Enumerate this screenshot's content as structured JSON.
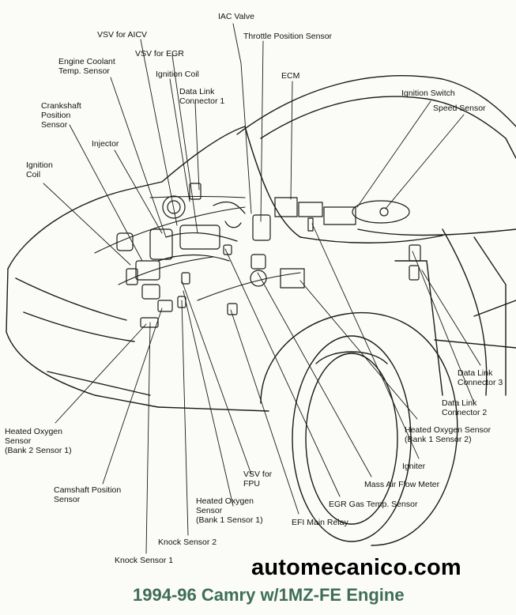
{
  "labels": {
    "iac_valve": "IAC Valve",
    "vsv_aicv": "VSV for AICV",
    "throttle_position_sensor": "Throttle Position Sensor",
    "vsv_egr": "VSV for EGR",
    "engine_coolant": "Engine Coolant\nTemp. Sensor",
    "ignition_coil_top": "Ignition Coil",
    "ecm": "ECM",
    "data_link_1": "Data Link\nConnector 1",
    "ignition_switch": "Ignition Switch",
    "speed_sensor": "Speed Sensor",
    "crankshaft": "Crankshaft\nPosition\nSensor",
    "injector": "Injector",
    "ignition_coil_left": "Ignition\nCoil",
    "data_link_3": "Data Link\nConnector 3",
    "data_link_2": "Data Link\nConnector 2",
    "ho2_bank1_s2": "Heated Oxygen Sensor\n(Bank 1 Sensor 2)",
    "ho2_bank2_s1": "Heated Oxygen\nSensor\n(Bank 2 Sensor 1)",
    "igniter": "Igniter",
    "mass_air_flow": "Mass Air Flow Meter",
    "camshaft": "Camshaft Position\nSensor",
    "vsv_fpu": "VSV for\nFPU",
    "egr_gas_temp": "EGR Gas Temp. Sensor",
    "ho2_bank1_s1": "Heated Oxygen\nSensor\n(Bank 1 Sensor 1)",
    "efi_main_relay": "EFI Main Relay",
    "knock_sensor_2": "Knock Sensor 2",
    "knock_sensor_1": "Knock Sensor 1"
  },
  "watermark": "automecanico.com",
  "caption": "1994-96 Camry w/1MZ-FE Engine",
  "colors": {
    "background": "#fbfbf8",
    "linework": "#1a1a1a",
    "caption": "#3f6e57"
  }
}
